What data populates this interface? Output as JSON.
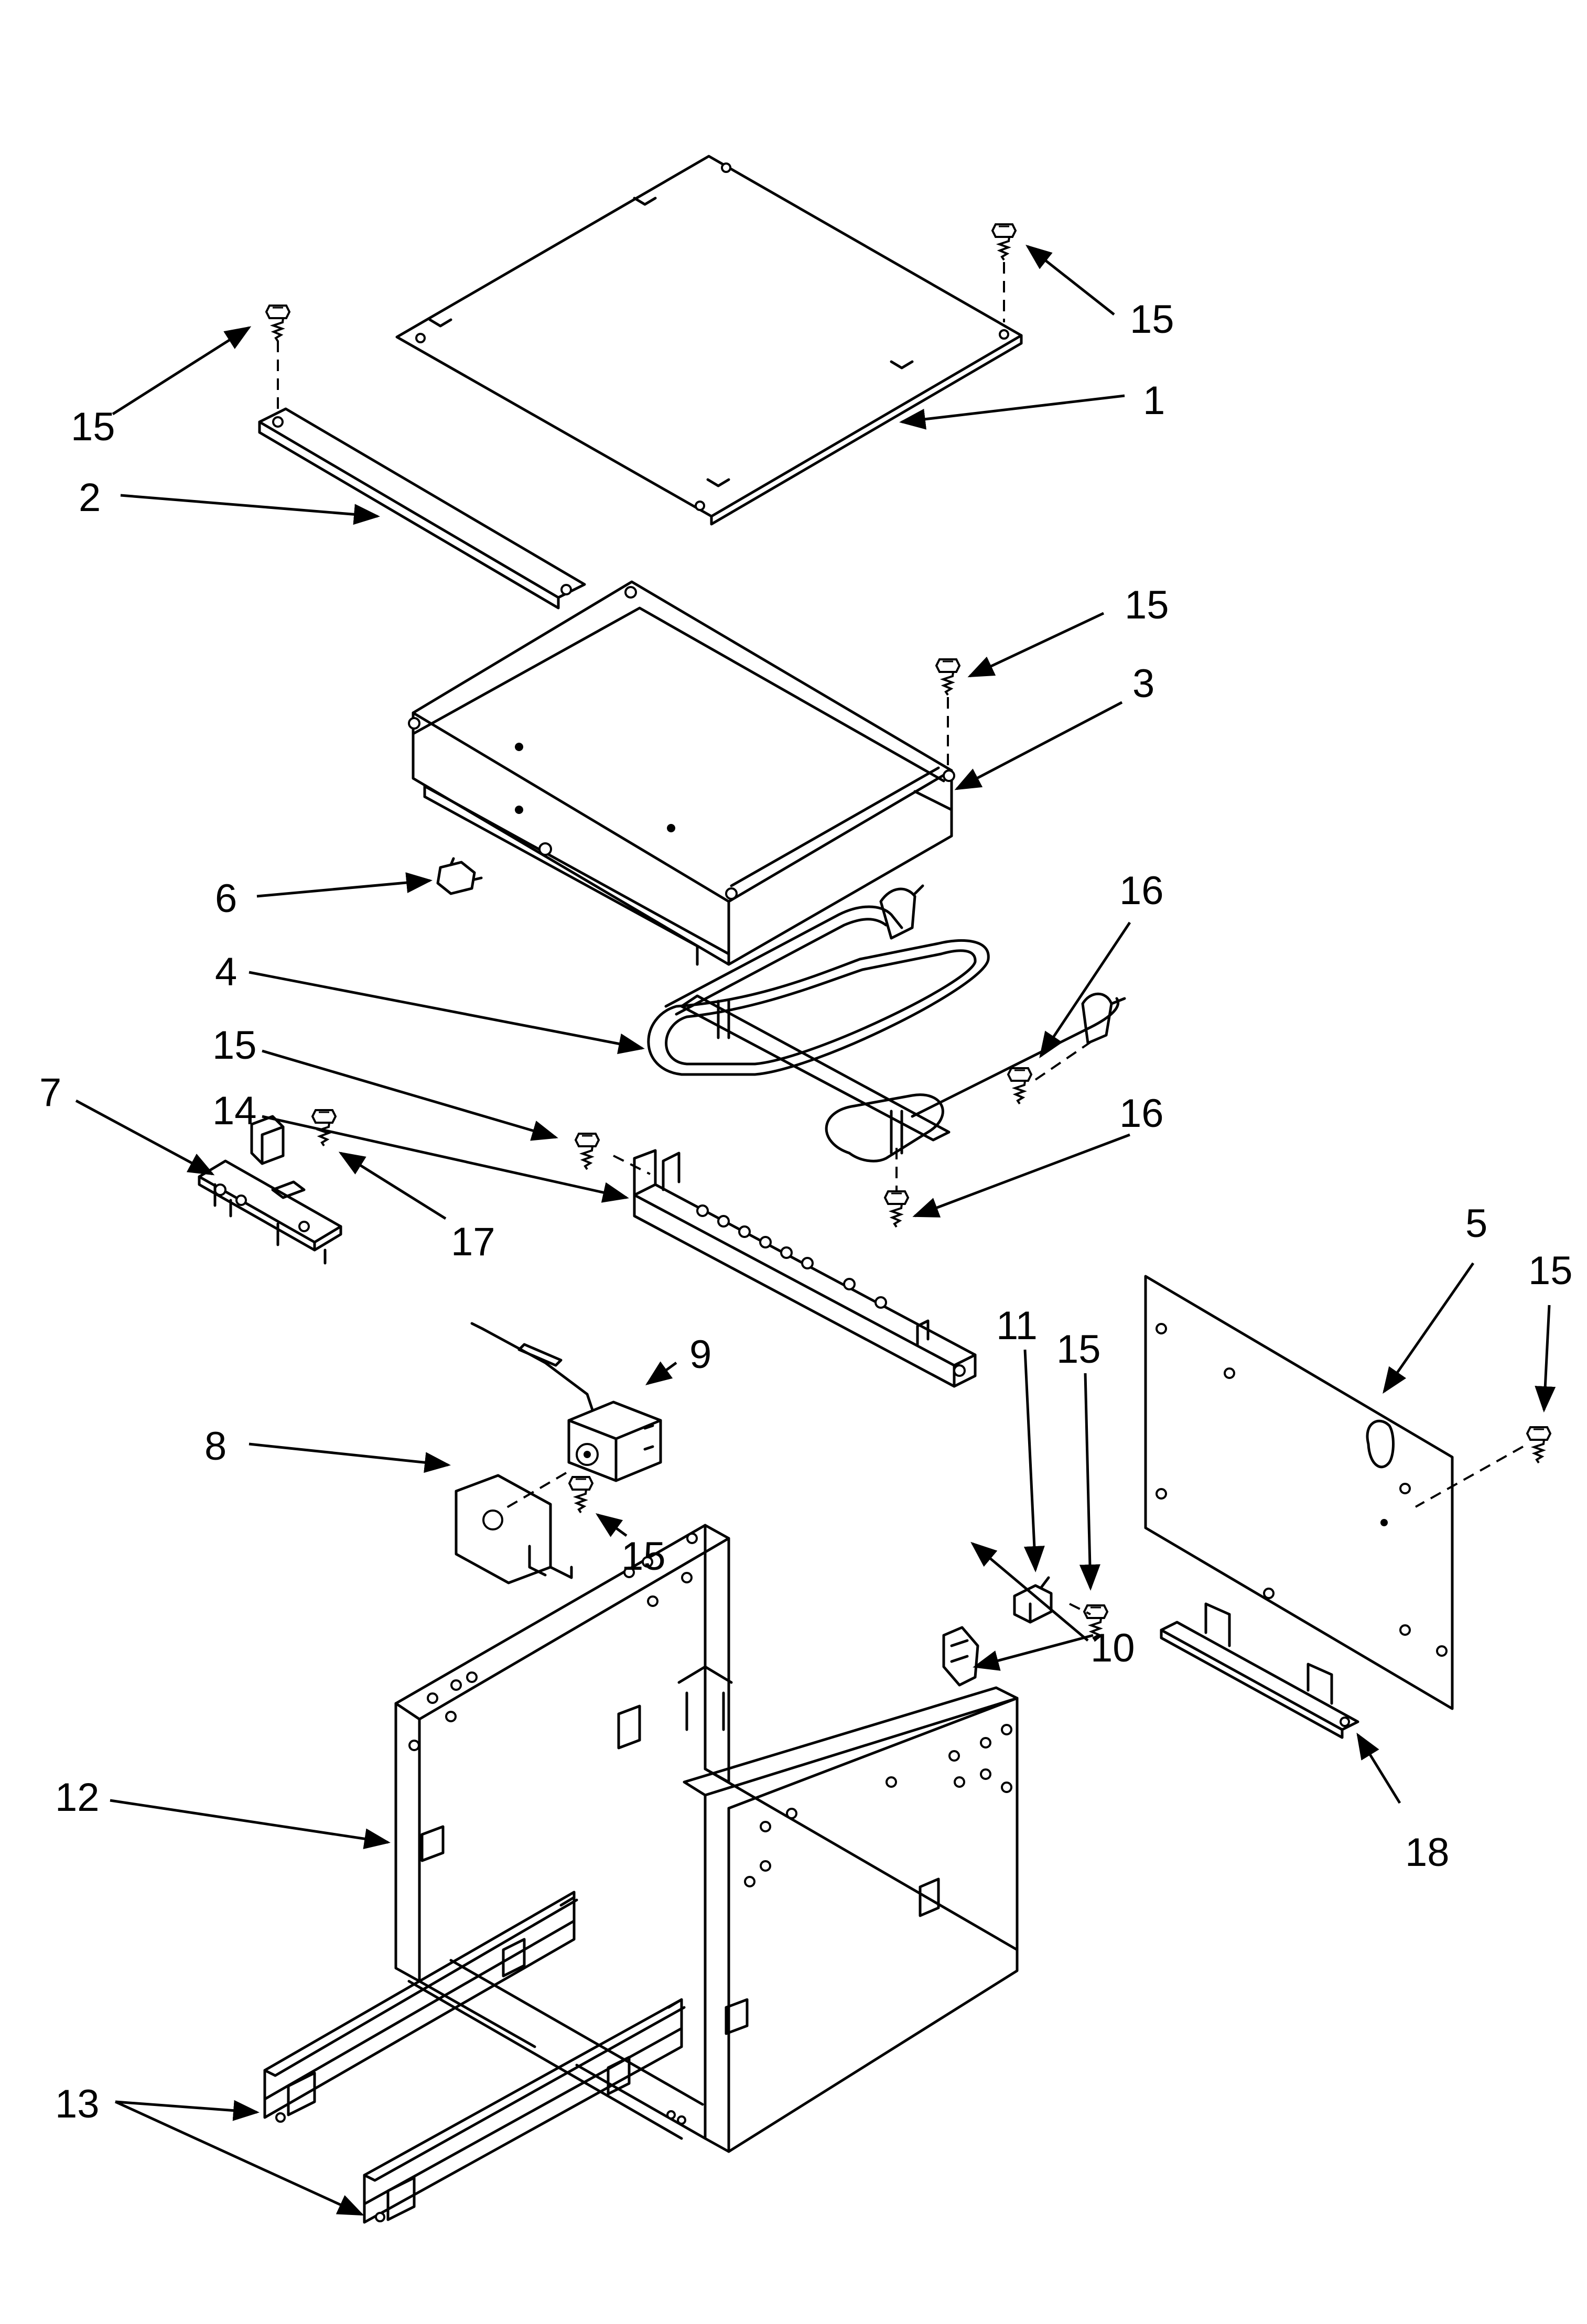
{
  "callouts": [
    {
      "id": "c1",
      "text": "1"
    },
    {
      "id": "c2",
      "text": "2"
    },
    {
      "id": "c3",
      "text": "3"
    },
    {
      "id": "c4",
      "text": "4"
    },
    {
      "id": "c5",
      "text": "5"
    },
    {
      "id": "c6",
      "text": "6"
    },
    {
      "id": "c7",
      "text": "7"
    },
    {
      "id": "c8",
      "text": "8"
    },
    {
      "id": "c9",
      "text": "9"
    },
    {
      "id": "c10",
      "text": "10"
    },
    {
      "id": "c11",
      "text": "11"
    },
    {
      "id": "c12",
      "text": "12"
    },
    {
      "id": "c13",
      "text": "13"
    },
    {
      "id": "c14",
      "text": "14"
    },
    {
      "id": "c15a",
      "text": "15"
    },
    {
      "id": "c15b",
      "text": "15"
    },
    {
      "id": "c15c",
      "text": "15"
    },
    {
      "id": "c15d",
      "text": "15"
    },
    {
      "id": "c15e",
      "text": "15"
    },
    {
      "id": "c15f",
      "text": "15"
    },
    {
      "id": "c15g",
      "text": "15"
    },
    {
      "id": "c16a",
      "text": "16"
    },
    {
      "id": "c16b",
      "text": "16"
    },
    {
      "id": "c17",
      "text": "17"
    },
    {
      "id": "c18",
      "text": "18"
    }
  ]
}
